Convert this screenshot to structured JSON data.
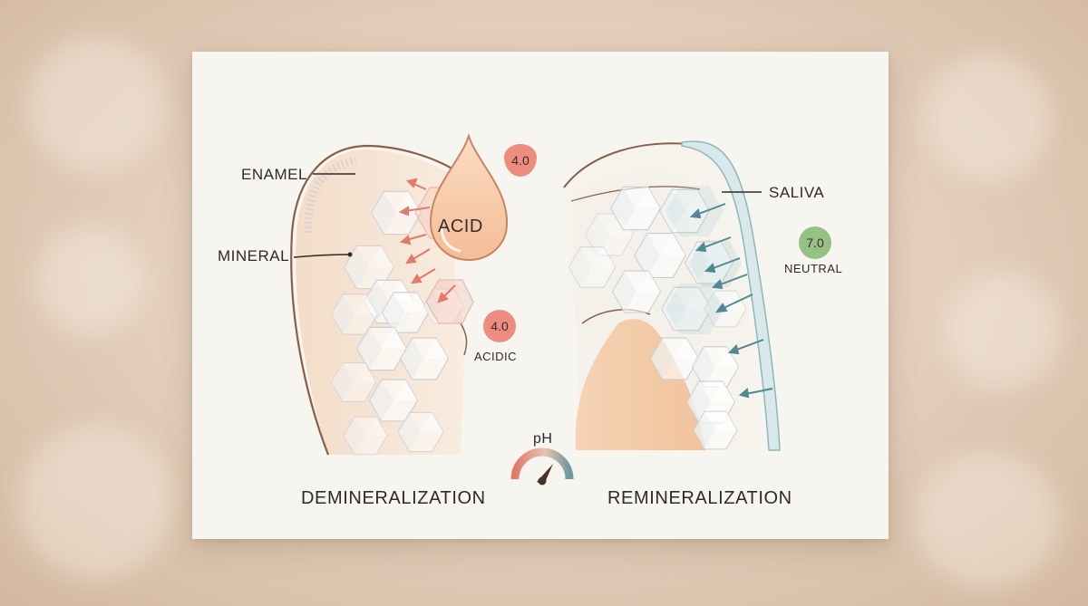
{
  "labels": {
    "enamel": "ENAMEL",
    "mineral": "MINERAL",
    "acid": "ACID",
    "saliva": "SALIVA",
    "neutral": "NEUTRAL",
    "acidic": "ACIDIC",
    "ph": "pH"
  },
  "badges": {
    "acid_drop_ph": "4.0",
    "acidic_ph": "4.0",
    "neutral_ph": "7.0"
  },
  "titles": {
    "left": "DEMINERALIZATION",
    "right": "REMINERALIZATION"
  },
  "colors": {
    "acid": "#e07a6a",
    "saliva": "#4f8a93",
    "neutral_badge": "#95c184",
    "acid_badge": "#ee8c80",
    "drop": "#f6c6a3"
  },
  "icons": [
    "acid-drop-icon",
    "ph-gauge-icon",
    "acid-arrow-icon",
    "saliva-arrow-icon",
    "mineral-crystal-icon"
  ]
}
